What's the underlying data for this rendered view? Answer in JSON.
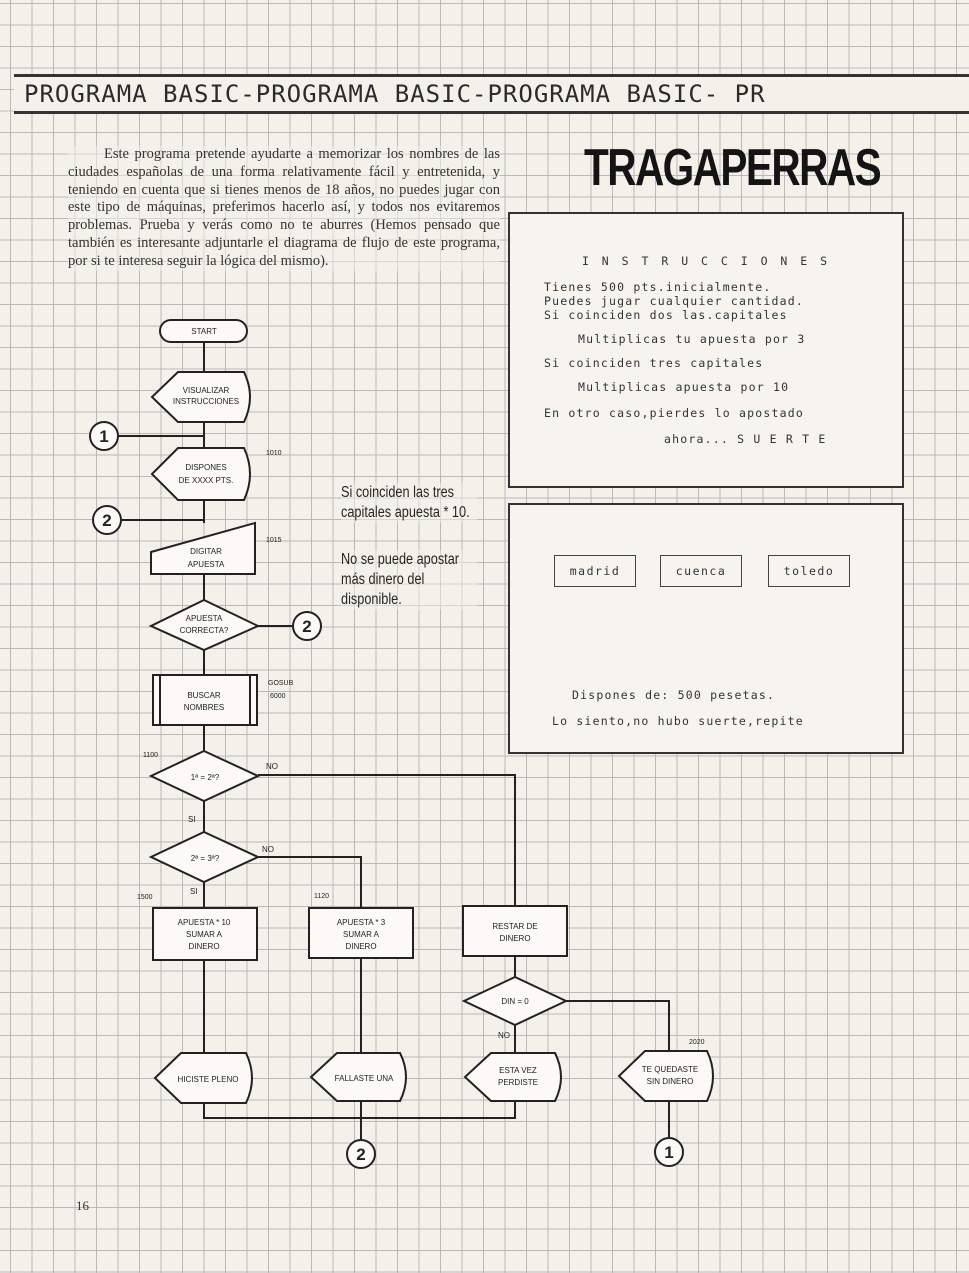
{
  "header": {
    "band_text": "PROGRAMA BASIC-PROGRAMA BASIC-PROGRAMA BASIC- PR"
  },
  "title": "TRAGAPERRAS",
  "intro_text": "Este programa pretende ayudarte a memorizar los nombres de las ciudades españolas de una forma relativamente fácil y entretenida, y teniendo en cuenta que si tienes menos de 18 años, no puedes jugar con este tipo de máquinas, preferimos hacerlo así, y todos nos evitaremos problemas. Prueba y verás como no te aburres (Hemos pensado que también es interesante adjuntarle el diagrama de flujo de este programa, por si te interesa seguir la lógica del mismo).",
  "screen_instructions": {
    "heading": "I N S T R U C C I O N E S",
    "line1": "Tienes 500 pts.inicialmente.",
    "line2": "Puedes jugar cualquier cantidad.",
    "line3": "Si coinciden dos las.capitales",
    "line4": "Multiplicas tu apuesta por 3",
    "line5": "Si coinciden tres capitales",
    "line6": "Multiplicas apuesta por 10",
    "line7": "En otro caso,pierdes lo apostado",
    "line8": "ahora... S U E R T E"
  },
  "screen_game": {
    "cities": [
      "madrid",
      "cuenca",
      "toledo"
    ],
    "balance_line": "Dispones de: 500 pesetas.",
    "result_line": "Lo siento,no hubo suerte,repite"
  },
  "notes": {
    "note1": "Si coinciden las tres capitales apuesta * 10.",
    "note2": "No se puede apostar más dinero del disponible."
  },
  "flowchart": {
    "start": "START",
    "visualizar_1": "VISUALIZAR",
    "visualizar_2": "INSTRUCCIONES",
    "dispones_1": "DISPONES",
    "dispones_2": "DE XXXX PTS.",
    "digitar_1": "DIGITAR",
    "digitar_2": "APUESTA",
    "correcta_1": "APUESTA",
    "correcta_2": "CORRECTA?",
    "buscar_1": "BUSCAR",
    "buscar_2": "NOMBRES",
    "dec1": "1ª = 2ª?",
    "dec2": "2ª = 3ª?",
    "din": "DIN = 0",
    "ap10_1": "APUESTA * 10",
    "ap10_2": "SUMAR A",
    "ap10_3": "DINERO",
    "ap3_1": "APUESTA * 3",
    "ap3_2": "SUMAR A",
    "ap3_3": "DINERO",
    "restar_1": "RESTAR DE",
    "restar_2": "DINERO",
    "pleno": "HICISTE PLENO",
    "fallaste": "FALLASTE UNA",
    "perdiste_1": "ESTA VEZ",
    "perdiste_2": "PERDISTE",
    "sindinero_1": "TE QUEDASTE",
    "sindinero_2": "SIN DINERO",
    "gosub_1": "GOSUB",
    "gosub_2": "6000",
    "no": "NO",
    "si": "SI",
    "n1010": "1010",
    "n1015": "1015",
    "n1100": "1100",
    "n1500": "1500",
    "n1120": "1120",
    "n2020": "2020",
    "c1": "1",
    "c2": "2"
  },
  "page_number": "16"
}
